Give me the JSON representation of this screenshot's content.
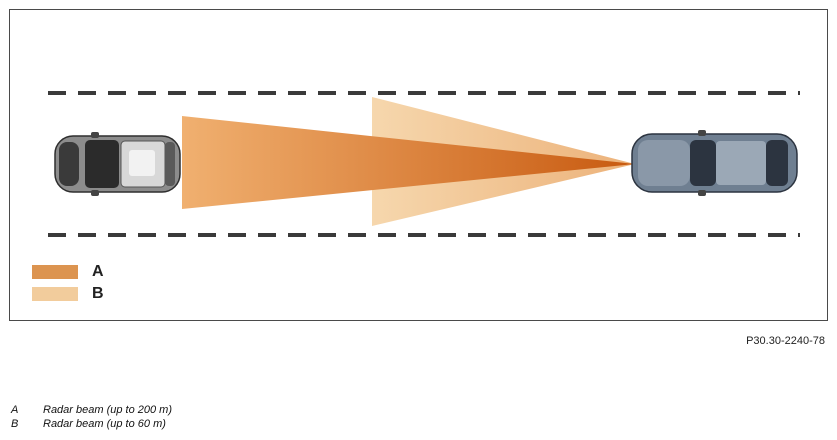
{
  "figure": {
    "legend": [
      {
        "letter": "A",
        "color": "#dc9450"
      },
      {
        "letter": "B",
        "color": "#f2cc9c"
      }
    ],
    "figure_code": "P30.30-2240-78"
  },
  "captions": [
    {
      "key": "A",
      "text": "Radar beam (up to 200 m)"
    },
    {
      "key": "B",
      "text": "Radar beam (up to 60 m)"
    }
  ],
  "colors": {
    "lane_line": "#3a3a3a",
    "beam_a_start": "#f0b070",
    "beam_a_end": "#c85a10",
    "beam_b_start": "#f6d7ad",
    "beam_b_end": "#ecb27a",
    "car_front": "#8c8c8c",
    "car_rear": "#6f7f91"
  }
}
